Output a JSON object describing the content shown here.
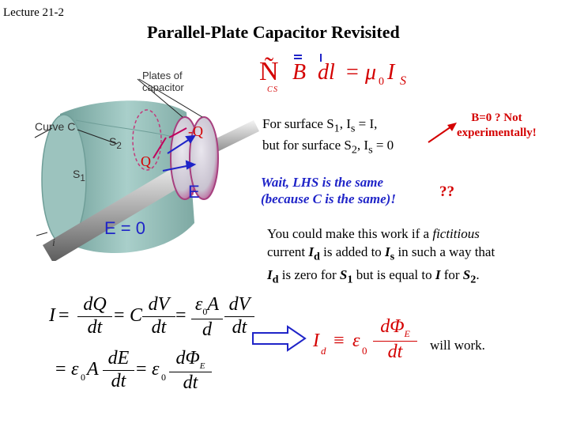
{
  "slide": {
    "lecture": "Lecture 21-2",
    "title": "Parallel-Plate Capacitor Revisited"
  },
  "figure": {
    "plates_label_1": "Plates of",
    "plates_label_2": "capacitor",
    "curve_label": "Curve C",
    "s2_label": "S",
    "s2_sub": "2",
    "s1_label": "S",
    "s1_sub": "1",
    "neg_q": "-Q",
    "pos_q": "Q",
    "e_field": "E",
    "e_zero": "E = 0",
    "current": "i"
  },
  "ampere_law": {
    "n_symbol": "Ñ",
    "b": "B",
    "dl": "dl",
    "equals": "=",
    "mu": "μ",
    "mu_sub": "0",
    "i": "I",
    "i_sub": "S",
    "c_sub": "C",
    "s_sub": "S"
  },
  "notes": {
    "surface_line1_a": "For surface S",
    "surface_line1_sub": "1",
    "surface_line1_b": ", I",
    "surface_line1_sub2": "s",
    "surface_line1_c": " = I,",
    "surface_line2_a": "but for surface S",
    "surface_line2_sub": "2",
    "surface_line2_b": ", I",
    "surface_line2_sub2": "s",
    "surface_line2_c": " = 0",
    "b_zero_1": "B=0 ? Not",
    "b_zero_2": "experimentally!",
    "wait_1": "Wait, LHS is the same",
    "wait_2": "(because C is the same)!",
    "question": "??",
    "fictitious_1a": "You could make this work if a ",
    "fictitious_1b": "fictitious",
    "fictitious_2a": "current ",
    "fictitious_2b": "I",
    "fictitious_2sub": "d",
    "fictitious_2c": " is added to ",
    "fictitious_2d": "I",
    "fictitious_2sub2": "s",
    "fictitious_2e": " in such a way that",
    "fictitious_3a": "I",
    "fictitious_3sub": "d",
    "fictitious_3b": " is zero for ",
    "fictitious_3c": "S",
    "fictitious_3sub2": "1",
    "fictitious_3d": " but is equal to ",
    "fictitious_3e": "I",
    "fictitious_3f": " for ",
    "fictitious_3g": "S",
    "fictitious_3sub3": "2",
    "fictitious_3h": ".",
    "will_work": "will work."
  },
  "equations": {
    "row1": {
      "lhs": "I",
      "eq": "=",
      "f1_num": "dQ",
      "f1_den": "dt",
      "c": "C",
      "f2_num": "dV",
      "f2_den": "dt",
      "f3_num_a": "ε",
      "f3_num_sub": "0",
      "f3_num_b": "A",
      "f3_den": "d",
      "f4_num": "dV",
      "f4_den": "dt"
    },
    "row2": {
      "eq": "=",
      "eps": "ε",
      "eps_sub": "0",
      "a": "A",
      "f1_num": "dE",
      "f1_den": "dt",
      "f2_num": "dΦ",
      "f2_num_sub": "E",
      "f2_den": "dt"
    },
    "id_eq": {
      "i": "I",
      "i_sub": "d",
      "equiv": "≡",
      "eps": "ε",
      "eps_sub": "0",
      "num": "dΦ",
      "num_sub": "E",
      "den": "dt"
    }
  },
  "colors": {
    "cylinder": "#8fb6b1",
    "accent_red": "#d40000",
    "title_red": "#a3001c",
    "arrow_blue": "#1f24c8",
    "plate_violet": "#a7407f"
  }
}
